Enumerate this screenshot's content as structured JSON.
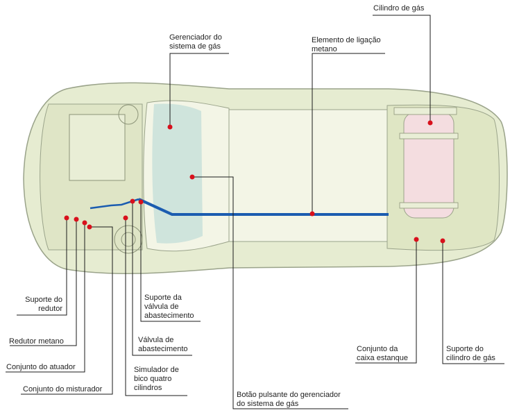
{
  "colors": {
    "car_body": "#e6ecd1",
    "car_outline": "#9aa38a",
    "interior": "#f3f5e6",
    "tint_teal": "#c8e0d9",
    "tank": "#f4dde0",
    "gas_line": "#1b5cb0",
    "callout_dot": "#d8101c",
    "leader": "#1a1a1a"
  },
  "labels": {
    "cilindro_de_gas": "Cilindro de gás",
    "gerenciador": "Gerenciador do\nsistema de gás",
    "elemento_ligacao": "Elemento de ligação\nmetano",
    "suporte_redutor": "Suporte do\nredutor",
    "redutor_metano": "Redutor metano",
    "conjunto_atuador": "Conjunto do atuador",
    "conjunto_misturador": "Conjunto do misturador",
    "suporte_valvula": "Suporte da\nválvula de\nabastecimento",
    "valvula_abastecimento": "Válvula de\nabastecimento",
    "simulador": "Simulador de\nbico quatro\ncilindros",
    "botao_pulsante": "Botão pulsante do gerenciador\ndo sistema de gás",
    "conjunto_caixa": "Conjunto da\ncaixa estanque",
    "suporte_cilindro": "Suporte do\ncilindro de gás"
  }
}
